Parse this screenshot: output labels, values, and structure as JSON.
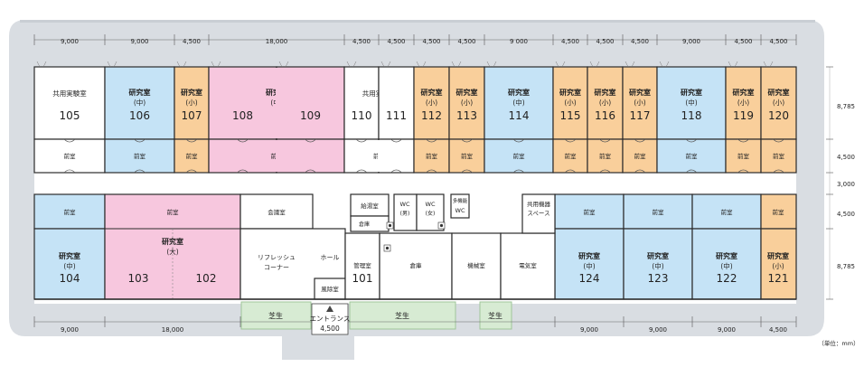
{
  "top_dimensions": [
    "9,000",
    "9,000",
    "4,500",
    "18,000",
    "4,500",
    "4,500",
    "4,500",
    "4,500",
    "9 000",
    "4,500",
    "4,500",
    "4,500",
    "9,000",
    "4,500",
    "4,500"
  ],
  "bottom_dimensions": [
    "9,000",
    "18,000",
    "9,000",
    "9,000",
    "9,000",
    "4,500"
  ],
  "right_dimensions": [
    "8,785",
    "4,500",
    "3,000",
    "4,500",
    "8,785"
  ],
  "unit_note": "（単位：mm）",
  "entrance_label": "エントランス",
  "entrance_width": "4,500",
  "lawn_label": "芝生",
  "colors": {
    "white": "#ffffff",
    "blue": "#c5e3f6",
    "orange": "#f9cf9b",
    "pink": "#f7c7de",
    "lawn": "#d7ebd3",
    "wall": "#2b2b2b",
    "band": "#d9dde2"
  },
  "rooms_top": [
    {
      "name": "共用実験室",
      "number": "105",
      "color": "white"
    },
    {
      "name": "研究室",
      "sub": "(中)",
      "number": "106",
      "color": "blue"
    },
    {
      "name": "研究室",
      "sub": "(小)",
      "number": "107",
      "color": "orange"
    },
    {
      "name": "研究室",
      "sub": "(中)",
      "number": "108",
      "color": "pink"
    },
    {
      "name": "",
      "number": "109",
      "color": "pink"
    },
    {
      "name": "共用実験室",
      "number": "110",
      "color": "white"
    },
    {
      "name": "",
      "number": "111",
      "color": "white"
    },
    {
      "name": "研究室",
      "sub": "(小)",
      "number": "112",
      "color": "orange"
    },
    {
      "name": "研究室",
      "sub": "(小)",
      "number": "113",
      "color": "orange"
    },
    {
      "name": "研究室",
      "sub": "(中)",
      "number": "114",
      "color": "blue"
    },
    {
      "name": "研究室",
      "sub": "(小)",
      "number": "115",
      "color": "orange"
    },
    {
      "name": "研究室",
      "sub": "(小)",
      "number": "116",
      "color": "orange"
    },
    {
      "name": "研究室",
      "sub": "(小)",
      "number": "117",
      "color": "orange"
    },
    {
      "name": "研究室",
      "sub": "(中)",
      "number": "118",
      "color": "blue"
    },
    {
      "name": "研究室",
      "sub": "(小)",
      "number": "119",
      "color": "orange"
    },
    {
      "name": "研究室",
      "sub": "(小)",
      "number": "120",
      "color": "orange"
    }
  ],
  "anteroom_label": "前室",
  "rooms_bottom": [
    {
      "name": "研究室",
      "sub": "(中)",
      "number": "104",
      "color": "blue"
    },
    {
      "name": "",
      "number": "103",
      "color": "pink"
    },
    {
      "name": "研究室",
      "sub": "(大)",
      "number": "102",
      "color": "pink"
    },
    {
      "name": "研究室",
      "sub": "(中)",
      "number": "124",
      "color": "blue"
    },
    {
      "name": "研究室",
      "sub": "(中)",
      "number": "123",
      "color": "blue"
    },
    {
      "name": "研究室",
      "sub": "(中)",
      "number": "122",
      "color": "blue"
    },
    {
      "name": "研究室",
      "sub": "(小)",
      "number": "121",
      "color": "orange"
    }
  ],
  "service": {
    "meeting_room": "会議室",
    "refresh_corner": [
      "リフレッシュ",
      "コーナー"
    ],
    "hall": "ホール",
    "wind_room": "風除室",
    "kitchenette": "給湯室",
    "storage": "倉庫",
    "wc_male": [
      "WC",
      "(男)"
    ],
    "wc_female": [
      "WC",
      "(女)"
    ],
    "wc_multi": [
      "多機能",
      "WC"
    ],
    "admin_room": "管理室",
    "admin_number": "101",
    "storage_large": "倉庫",
    "machine_room": "機械室",
    "electric_room": "電気室",
    "shared_equipment": [
      "共用機器",
      "スペース"
    ]
  }
}
